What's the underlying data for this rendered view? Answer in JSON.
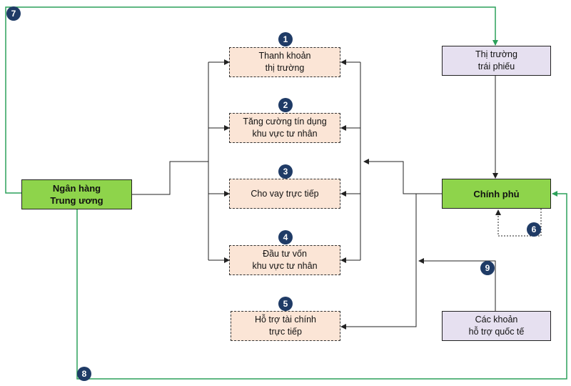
{
  "nodes": {
    "central_bank": {
      "line1": "Ngân hàng",
      "line2": "Trung ương"
    },
    "government": {
      "line1": "Chính phủ"
    },
    "bond_market": {
      "line1": "Thị trường",
      "line2": "trái phiếu"
    },
    "intl_support": {
      "line1": "Các khoản",
      "line2": "hỗ trợ quốc tế"
    },
    "market_liquidity": {
      "line1": "Thanh khoản",
      "line2": "thị trường"
    },
    "private_credit": {
      "line1": "Tăng cường tín dụng",
      "line2": "khu vực tư nhân"
    },
    "direct_lending": {
      "line1": "Cho vay trực tiếp"
    },
    "private_equity": {
      "line1": "Đầu tư vốn",
      "line2": "khu vực tư nhân"
    },
    "direct_financial_support": {
      "line1": "Hỗ trợ tài chính",
      "line2": "trực tiếp"
    }
  },
  "badges": [
    "1",
    "2",
    "3",
    "4",
    "5",
    "6",
    "7",
    "8",
    "9"
  ],
  "colors": {
    "green_line": "#2ca05a",
    "arrow": "#222222",
    "badge": "#1f3b66",
    "central_fill": "#8ed44b",
    "peach_fill": "#fbe5d6",
    "lilac_fill": "#e6e0f0"
  }
}
